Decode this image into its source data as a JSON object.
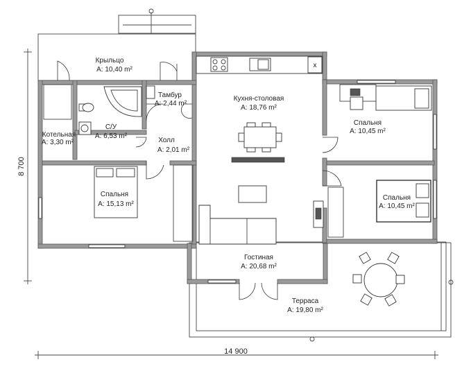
{
  "rooms": [
    {
      "key": "porch",
      "name": "Крыльцо",
      "area": "A: 10,40 m²"
    },
    {
      "key": "boiler",
      "name": "Котельная",
      "area": "A: 3,30 m²"
    },
    {
      "key": "bath",
      "name": "С/У",
      "area": "A: 6,53 m²"
    },
    {
      "key": "vestibule",
      "name": "Тамбур",
      "area": "A: 2,44 m²"
    },
    {
      "key": "hall",
      "name": "Холл",
      "area": "A: 2,01 m²"
    },
    {
      "key": "kitchen",
      "name": "Кухня-столовая",
      "area": "A: 18,76 m²"
    },
    {
      "key": "bedroom-ne",
      "name": "Спальня",
      "area": "A: 10,45 m²"
    },
    {
      "key": "bedroom-e",
      "name": "Спальня",
      "area": "A: 10,45 m²"
    },
    {
      "key": "bedroom-w",
      "name": "Спальня",
      "area": "A: 15,13 m²"
    },
    {
      "key": "living",
      "name": "Гостиная",
      "area": "A: 20,68 m²"
    },
    {
      "key": "terrace",
      "name": "Терраса",
      "area": "A: 19,80 m²"
    }
  ],
  "dimensions": {
    "width": "14 900",
    "height": "8 700"
  },
  "icons": {
    "close": "x"
  }
}
